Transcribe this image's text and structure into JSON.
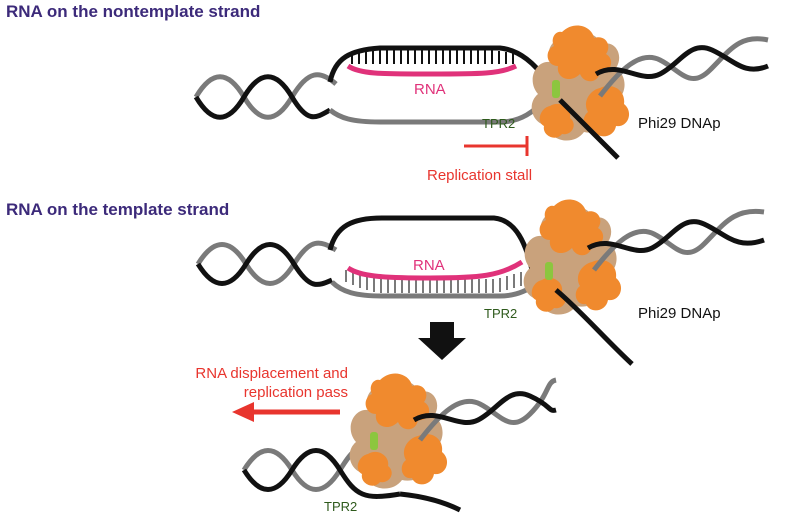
{
  "colors": {
    "heading": "#3c2a7a",
    "black_strand": "#111111",
    "grey_strand": "#7a7a7a",
    "rna": "#e0327a",
    "stall": "#e8352e",
    "protein_orange": "#f08a2e",
    "protein_tan": "#c9a27c",
    "tpr2_green": "#8cc63f",
    "tpr2_label": "#2e5a1c",
    "arrow_black": "#111111"
  },
  "panel_top": {
    "heading": "RNA on the nontemplate strand",
    "rna_label": "RNA",
    "tpr2_label": "TPR2",
    "polymerase_label": "Phi29 DNAp",
    "stall_label": "Replication stall"
  },
  "panel_middle": {
    "heading": "RNA on the template strand",
    "rna_label": "RNA",
    "tpr2_label": "TPR2",
    "polymerase_label": "Phi29 DNAp"
  },
  "panel_bottom": {
    "displacement_label_line1": "RNA displacement and",
    "displacement_label_line2": "replication pass",
    "tpr2_label": "TPR2"
  }
}
